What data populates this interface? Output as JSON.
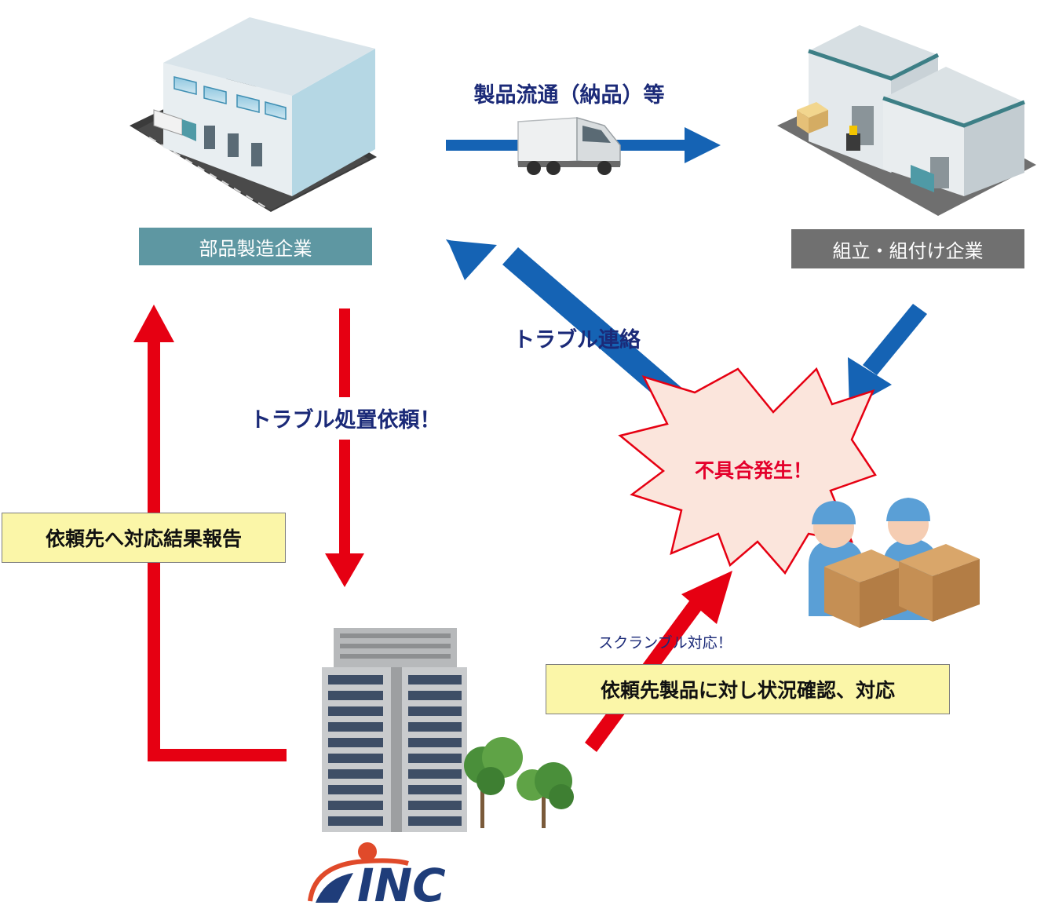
{
  "nodes": {
    "parts_maker": "部品製造企業",
    "assembly": "組立・組付け企業",
    "defect": "不具合発生！"
  },
  "edges": {
    "distribution": "製品流通（納品）等",
    "trouble_contact": "トラブル連絡",
    "trouble_request": "トラブル処置依頼！",
    "report": "依頼先へ対応結果報告",
    "scramble": "スクランブル対応！",
    "check": "依頼先製品に対し状況確認、対応"
  },
  "logo": {
    "text": "INC"
  },
  "colors": {
    "blue_arrow": "#1563b4",
    "red_arrow": "#e60012",
    "teal_label": "#5e97a2",
    "gray_label": "#707070",
    "yellow_label": "#fbf6a8",
    "navy_text": "#1b2a78",
    "burst_fill": "#fbe5dc"
  }
}
